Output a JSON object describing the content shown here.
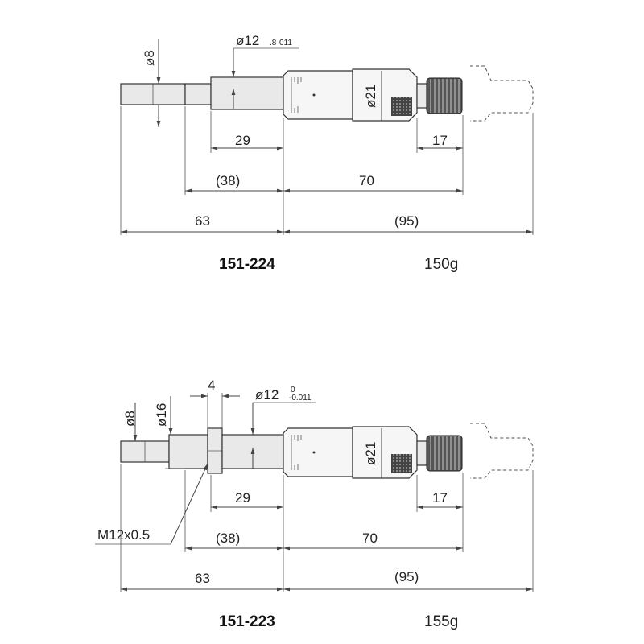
{
  "drawings": [
    {
      "model": "151-224",
      "weight": "150g",
      "dims": {
        "d_spindle": "ø8",
        "d_stem_main": "ø12",
        "d_stem_tol_upper": ".8",
        "d_stem_tol_lower": "011",
        "d_thimble": "ø21",
        "len_stem": "29",
        "len_spindle_ref": "(38)",
        "len_body": "70",
        "len_ratchet": "17",
        "len_total_left": "63",
        "len_total_right": "(95)"
      }
    },
    {
      "model": "151-223",
      "weight": "155g",
      "dims": {
        "d_spindle": "ø8",
        "d_nut": "ø16",
        "nut_width": "4",
        "d_stem_main": "ø12",
        "d_stem_tol_upper": "0",
        "d_stem_tol_lower": "-0.011",
        "d_thimble": "ø21",
        "thread": "M12x0.5",
        "len_stem": "29",
        "len_spindle_ref": "(38)",
        "len_body": "70",
        "len_ratchet": "17",
        "len_total_left": "63",
        "len_total_right": "(95)"
      }
    }
  ]
}
